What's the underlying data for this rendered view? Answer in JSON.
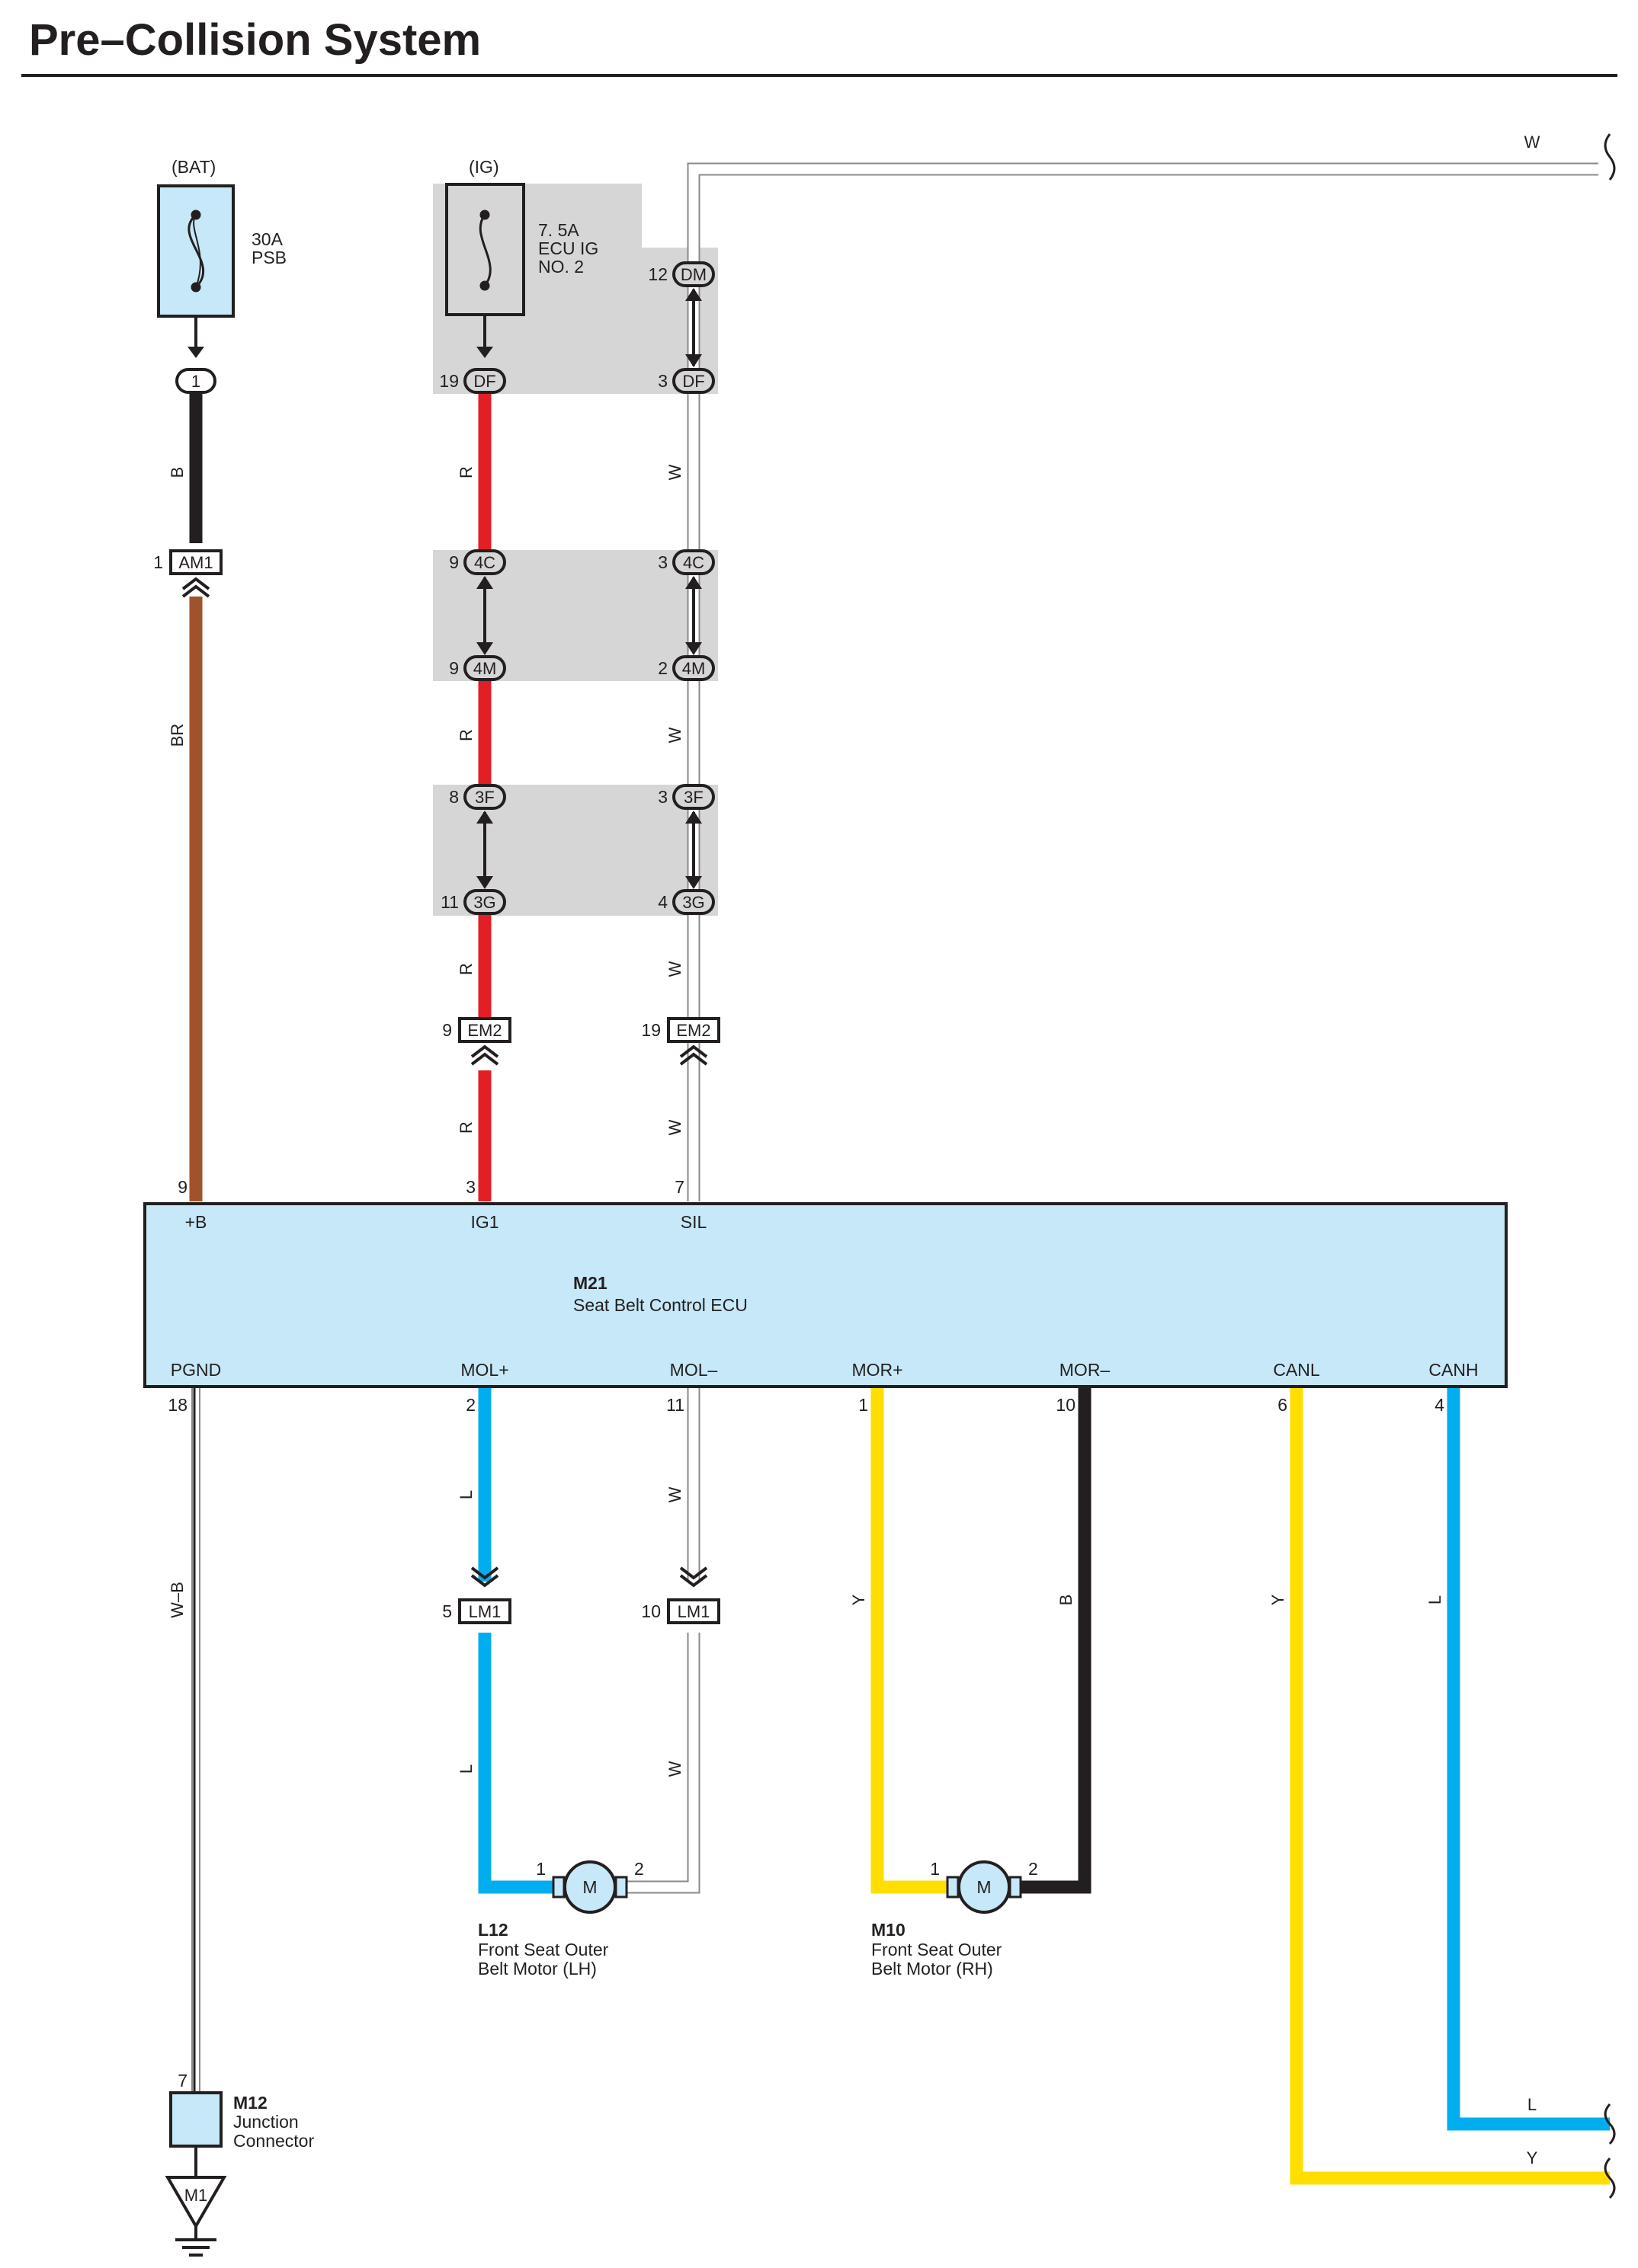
{
  "title": "Pre–Collision System",
  "sources": {
    "bat": "(BAT)",
    "ig": "(IG)"
  },
  "fuses": {
    "psb": {
      "rating": "30A",
      "name": "PSB"
    },
    "ecu_ig": {
      "line1": "7. 5A",
      "line2": "ECU IG",
      "line3": "NO. 2"
    }
  },
  "connectors": {
    "df": "DF",
    "dm": "DM",
    "c4c": "4C",
    "c4m": "4M",
    "c3f": "3F",
    "c3g": "3G",
    "em2": "EM2",
    "am1": "AM1",
    "lm1": "LM1",
    "m1": "M1",
    "one": "1"
  },
  "pins": {
    "df_ig": "19",
    "df_w": "3",
    "dm_w": "12",
    "c4c_r": "9",
    "c4c_w": "3",
    "c4m_r": "9",
    "c4m_w": "2",
    "c3f_r": "8",
    "c3f_w": "3",
    "c3g_r": "11",
    "c3g_w": "4",
    "em2_r": "9",
    "em2_w": "19",
    "am1": "1",
    "ecu_b": "9",
    "ecu_ig1": "3",
    "ecu_sil": "7",
    "ecu_pgnd": "18",
    "ecu_molp": "2",
    "ecu_molm": "11",
    "ecu_morp": "1",
    "ecu_morm": "10",
    "ecu_canl": "6",
    "ecu_canh": "4",
    "lm1_l": "5",
    "lm1_w": "10",
    "l12_1": "1",
    "l12_2": "2",
    "m10_1": "1",
    "m10_2": "2",
    "m12_7": "7"
  },
  "wire_colors": {
    "b": "B",
    "br": "BR",
    "r": "R",
    "w": "W",
    "l": "L",
    "y": "Y",
    "wb": "W–B"
  },
  "ecu": {
    "id": "M21",
    "name": "Seat Belt Control ECU",
    "terminals": {
      "b": "+B",
      "ig1": "IG1",
      "sil": "SIL",
      "pgnd": "PGND",
      "molp": "MOL+",
      "molm": "MOL–",
      "morp": "MOR+",
      "morm": "MOR–",
      "canl": "CANL",
      "canh": "CANH"
    }
  },
  "motor_symbol": "M",
  "components": {
    "l12": {
      "id": "L12",
      "line1": "Front Seat Outer",
      "line2": "Belt Motor (LH)"
    },
    "m10": {
      "id": "M10",
      "line1": "Front Seat Outer",
      "line2": "Belt Motor (RH)"
    },
    "m12": {
      "id": "M12",
      "line1": "Junction",
      "line2": "Connector"
    }
  },
  "colors": {
    "black": "#231f20",
    "brown": "#a0522d",
    "red": "#e31e24",
    "white_wire": "#ffffff",
    "blue": "#00aeef",
    "yellow": "#ffde00",
    "ecu_fill": "#c6e8f8",
    "gray_box": "#d6d6d6"
  }
}
